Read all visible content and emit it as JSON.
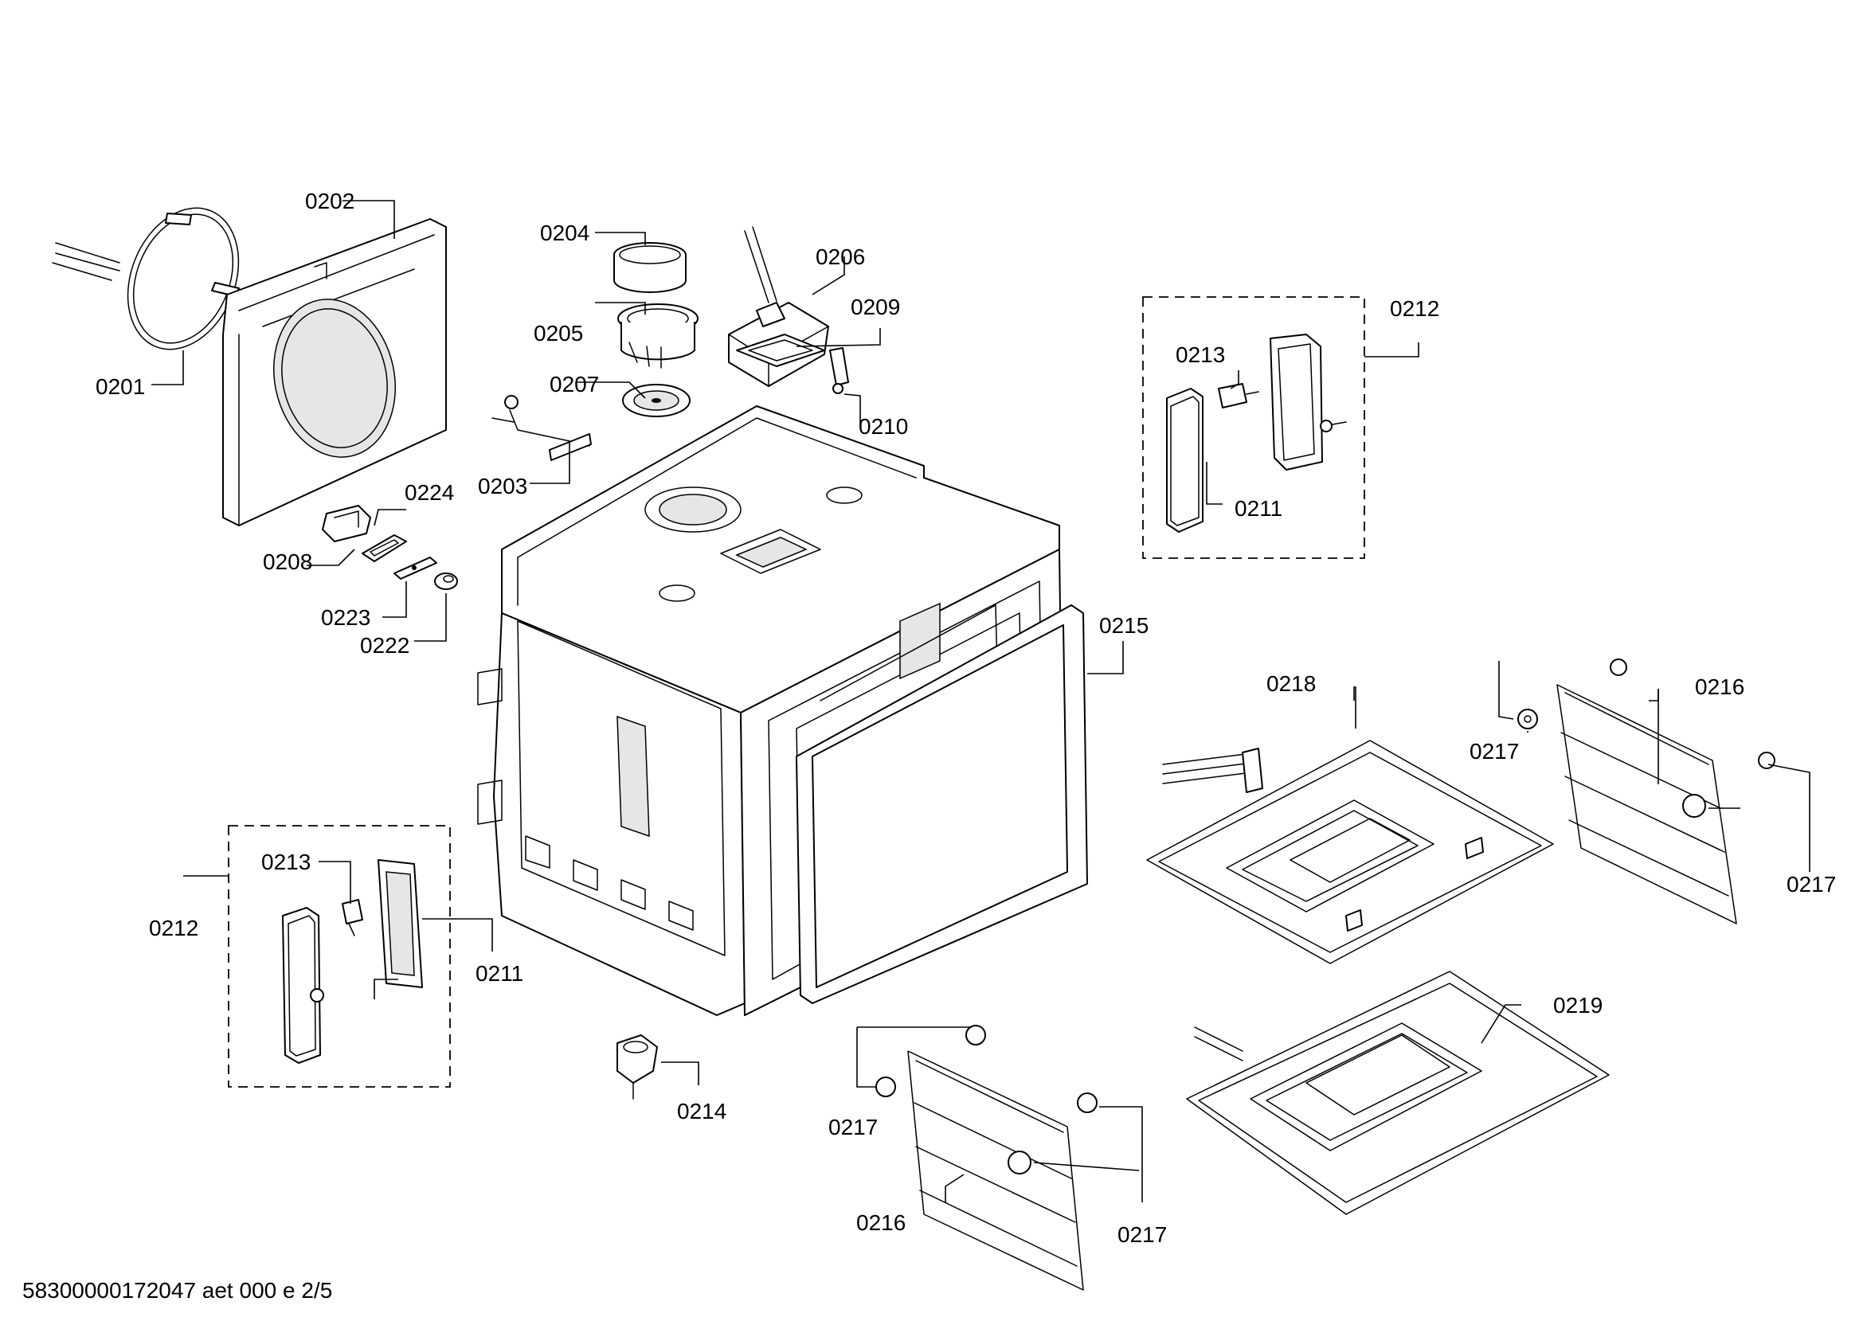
{
  "callouts": {
    "c0201": "0201",
    "c0202": "0202",
    "c0203": "0203",
    "c0204": "0204",
    "c0205": "0205",
    "c0206": "0206",
    "c0207": "0207",
    "c0208": "0208",
    "c0209": "0209",
    "c0210": "0210",
    "c0211a": "0211",
    "c0211b": "0211",
    "c0212a": "0212",
    "c0212b": "0212",
    "c0213a": "0213",
    "c0213b": "0213",
    "c0214": "0214",
    "c0215": "0215",
    "c0216a": "0216",
    "c0216b": "0216",
    "c0217a": "0217",
    "c0217b": "0217",
    "c0217c": "0217",
    "c0217d": "0217",
    "c0218": "0218",
    "c0219": "0219",
    "c0222": "0222",
    "c0223": "0223",
    "c0224": "0224"
  },
  "footer": "58300000172047 aet 000 e 2/5"
}
